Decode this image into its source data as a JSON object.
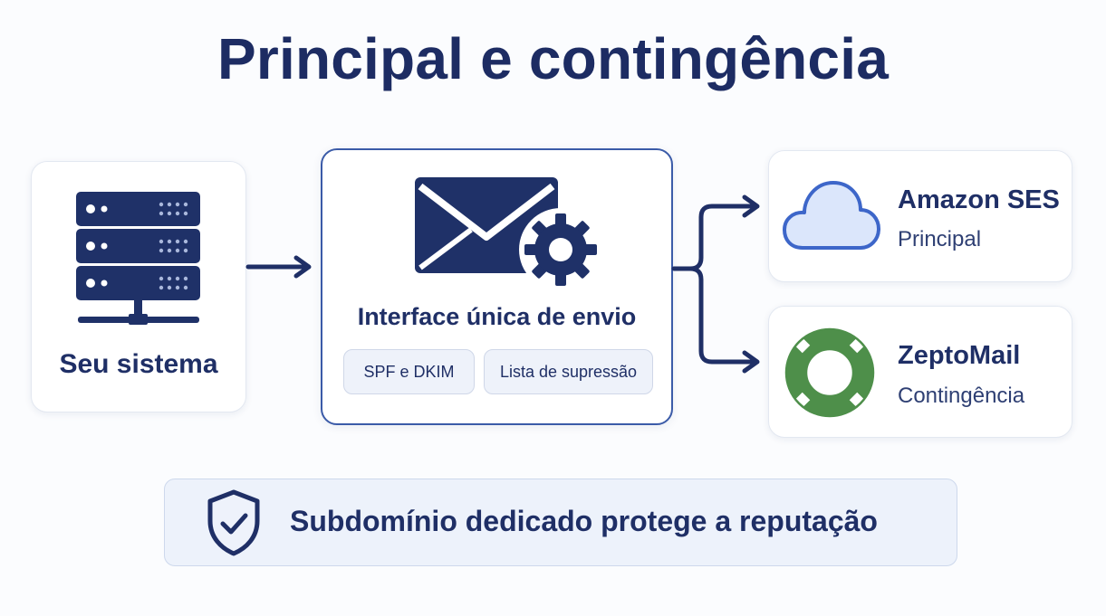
{
  "title": "Principal e contingência",
  "system": {
    "label": "Seu sistema",
    "icon": "server-icon"
  },
  "interface": {
    "label": "Interface única de envio",
    "icon": "email-settings-icon",
    "tags": [
      "SPF e DKIM",
      "Lista de supressão"
    ]
  },
  "providers": [
    {
      "name": "Amazon SES",
      "role": "Principal",
      "icon": "cloud-icon"
    },
    {
      "name": "ZeptoMail",
      "role": "Contingência",
      "icon": "lifebuoy-icon"
    }
  ],
  "banner": {
    "text": "Subdomínio dedicado protege a reputação",
    "icon": "shield-check-icon"
  },
  "colors": {
    "navy": "#1f2f66",
    "accent_blue": "#3b5ba8",
    "cloud_fill": "#dbe6fb",
    "lifebuoy_green": "#4e8f4a",
    "banner_bg": "#edf2fb"
  }
}
